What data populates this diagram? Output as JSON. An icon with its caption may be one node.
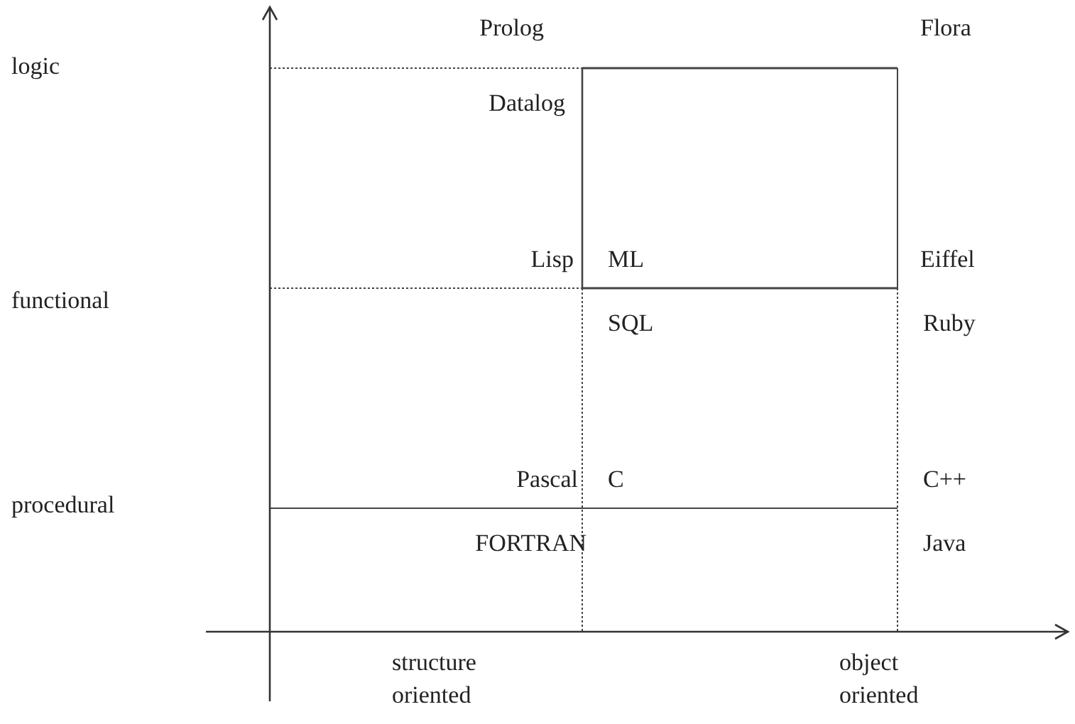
{
  "diagram": {
    "labels": [
      "Prolog",
      "Flora",
      "logic",
      "Datalog",
      "Lisp",
      "ML",
      "Eiffel",
      "functional",
      "SQL",
      "Ruby",
      "Pascal",
      "C",
      "C++",
      "procedural",
      "FORTRAN",
      "Java",
      "structure oriented",
      "object oriented"
    ]
  }
}
